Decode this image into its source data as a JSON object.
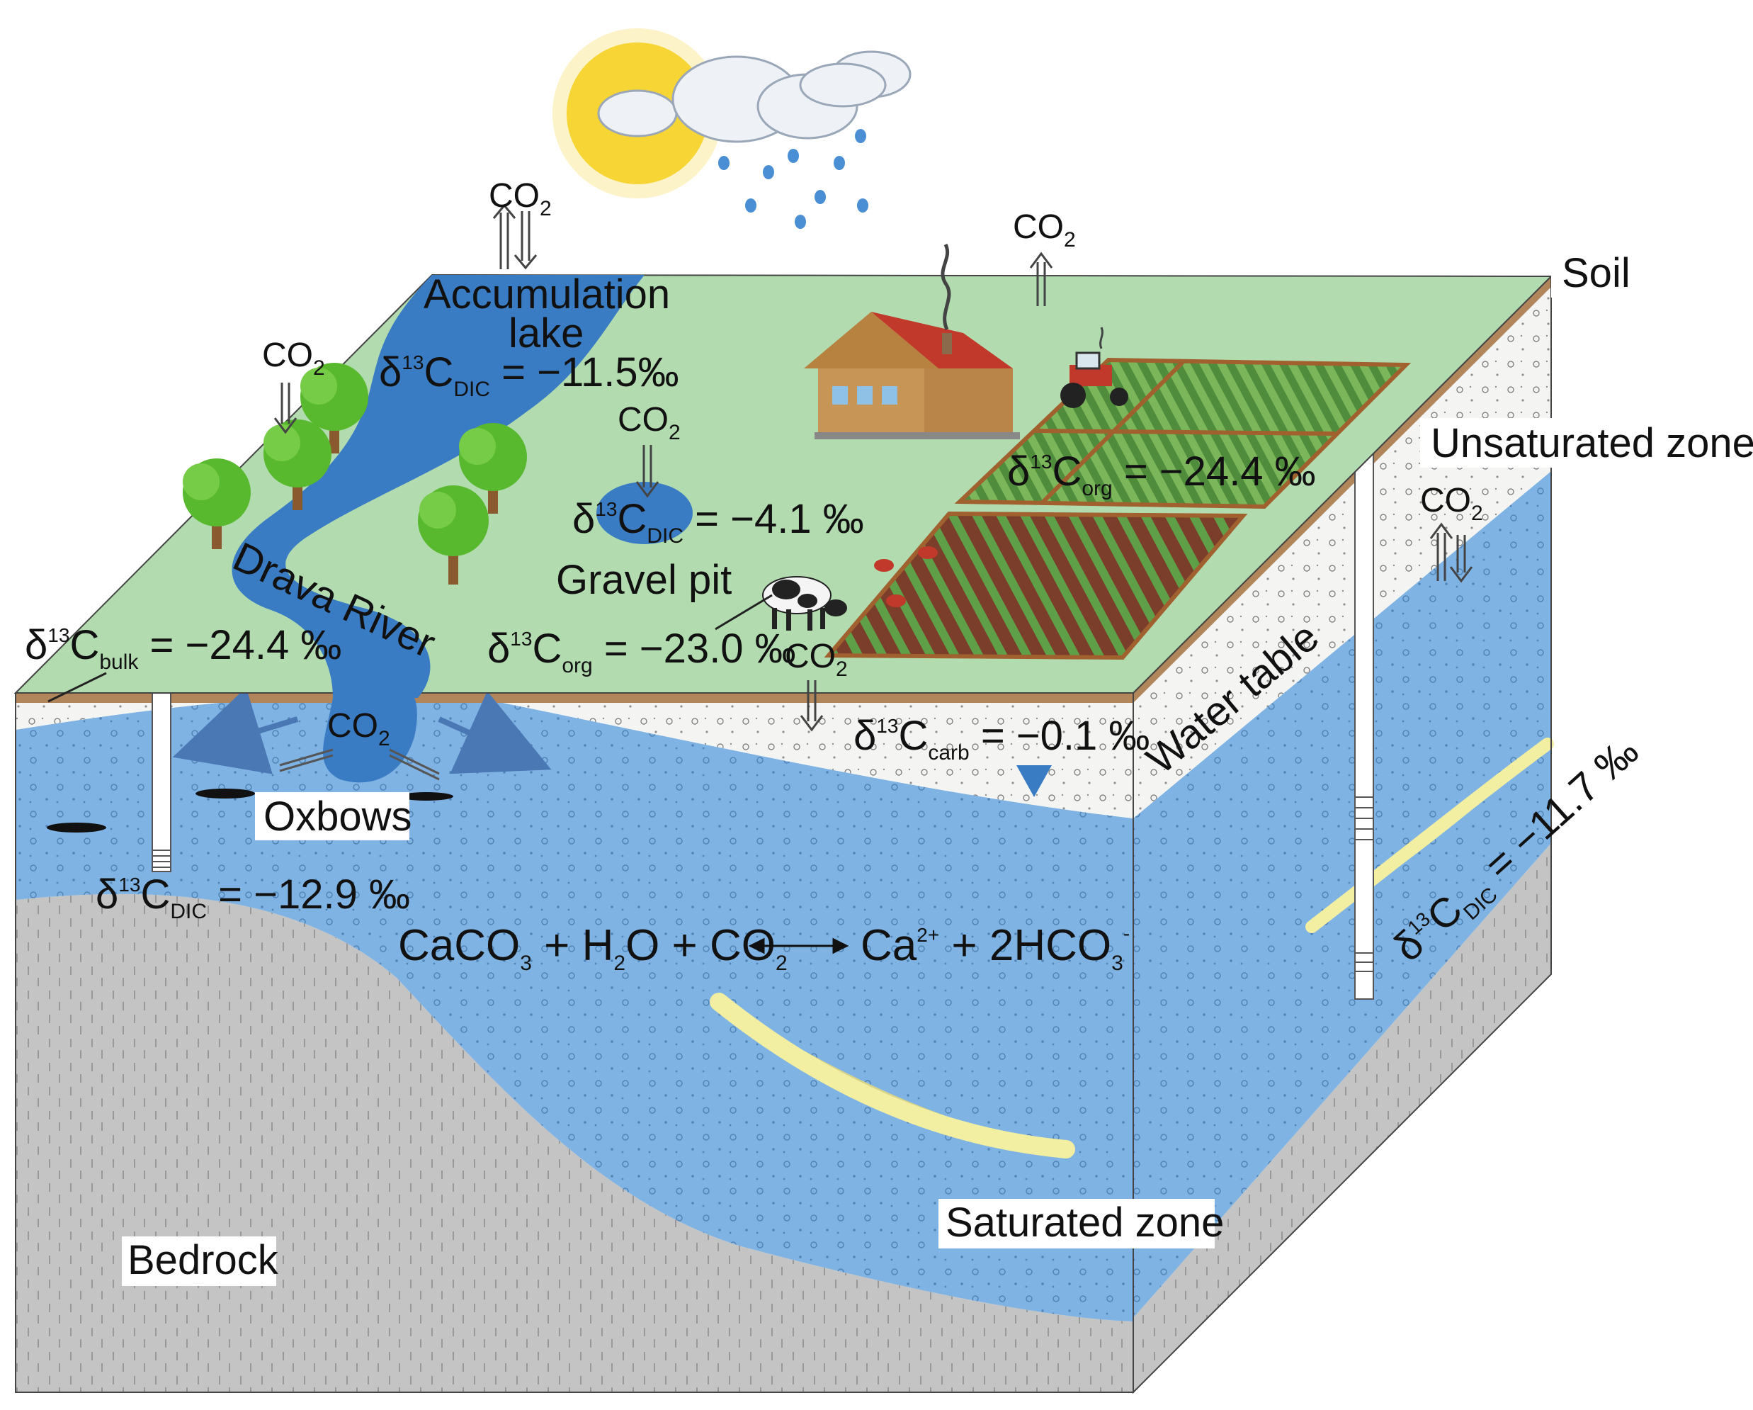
{
  "labels": {
    "soil": "Soil",
    "unsaturated_zone": "Unsaturated zone",
    "saturated_zone": "Saturated zone",
    "bedrock": "Bedrock",
    "water_table": "Water table",
    "oxbows": "Oxbows",
    "gravel_pit": "Gravel pit",
    "drava_river": "Drava River",
    "accumulation_lake_line1": "Accumulation",
    "accumulation_lake_line2": "lake"
  },
  "co2": {
    "base": "CO",
    "sub": "2"
  },
  "isotopes": {
    "delta_prefix": "δ",
    "mass": "13",
    "element": "C",
    "lake": {
      "sub": "DIC",
      "value": " = −11.5‰"
    },
    "gravel_pit": {
      "sub": "DIC",
      "value": " = −4.1 ‰"
    },
    "field": {
      "sub": "org",
      "value": " = −24.4 ‰"
    },
    "bulk": {
      "sub": "bulk",
      "value": " = −24.4 ‰"
    },
    "pasture": {
      "sub": "org",
      "value": " = −23.0 ‰"
    },
    "carb": {
      "sub": "carb",
      "value": " = −0.1 ‰"
    },
    "well_left": {
      "sub": "DIC",
      "value": " = −12.9 ‰"
    },
    "well_right": {
      "sub": "DIC",
      "value": " = −11.7 ‰"
    }
  },
  "equation": {
    "t1": "CaCO",
    "s1": "3",
    "t2": " + H",
    "s2": "2",
    "t3": "O + CO",
    "s3": "2",
    "t4": "Ca",
    "p1": "2+",
    "t5": " + 2HCO",
    "s4": "3",
    "p2": "-"
  },
  "colors": {
    "grass": "#b2dcb0",
    "water": "#4a8fd4",
    "river": "#3a7cc3",
    "groundwater": "#7fb3e3",
    "sand": "#f4f4f2",
    "bedrock": "#c4c4c4",
    "soil_brown": "#b0865a",
    "sun": "#f6d535",
    "lens": "#f2eea2"
  }
}
